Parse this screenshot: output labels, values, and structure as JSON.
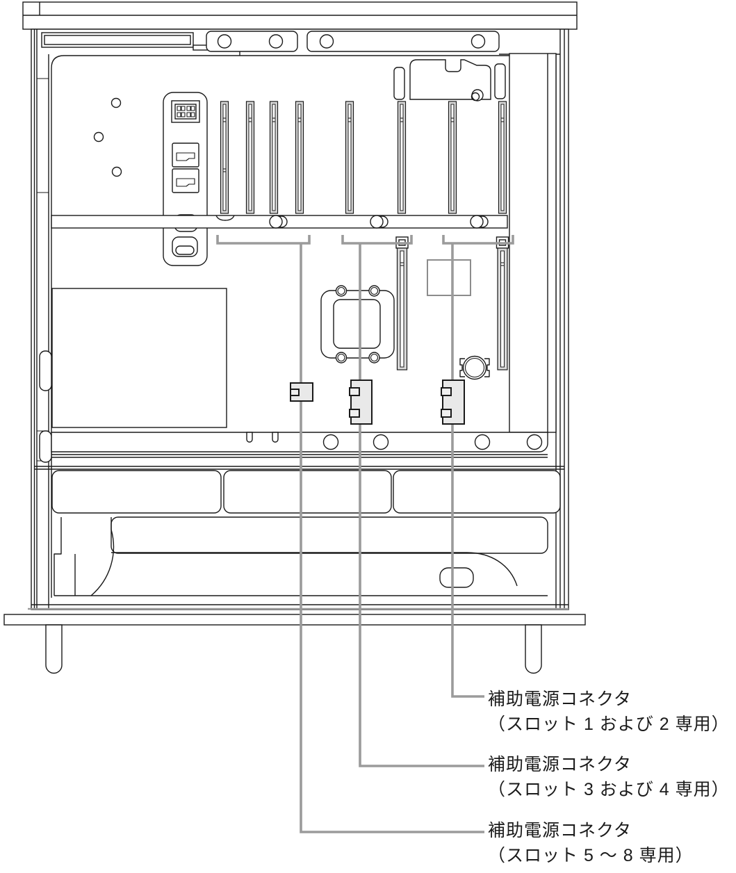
{
  "diagram": {
    "description": "Mac Pro side view line illustration with auxiliary power connector callouts",
    "colors": {
      "outline": "#1a1a1a",
      "callout_line": "#9b9b9b",
      "connector_fill": "#e9e9e9",
      "slot_wall_fill": "#d9d9d9",
      "label_text": "#1b1b1b",
      "background": "#ffffff"
    },
    "callouts": [
      {
        "id": "aux-power-slots-1-2",
        "line1": "補助電源コネクタ",
        "line2": "（スロット 1 および 2 専用）"
      },
      {
        "id": "aux-power-slots-3-4",
        "line1": "補助電源コネクタ",
        "line2": "（スロット 3 および 4 専用）"
      },
      {
        "id": "aux-power-slots-5-8",
        "line1": "補助電源コネクタ",
        "line2": "（スロット 5 〜 8 専用）"
      }
    ]
  }
}
